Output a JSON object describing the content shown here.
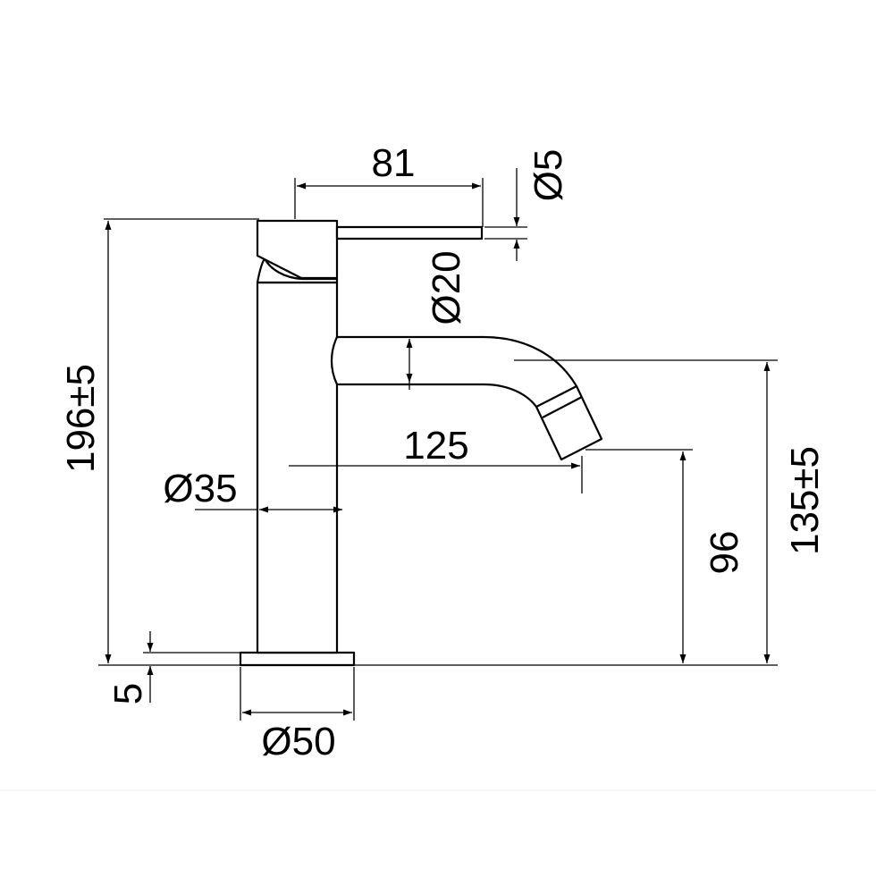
{
  "colors": {
    "line": "#000000",
    "background": "#ffffff"
  },
  "dimensions": {
    "lever_length": "81",
    "lever_diameter": "Ø5",
    "spout_diameter": "Ø20",
    "total_height": "196±5",
    "body_diameter": "Ø35",
    "spout_reach": "125",
    "outlet_height": "96",
    "spout_height": "135±5",
    "base_thickness": "5",
    "base_diameter": "Ø50"
  }
}
